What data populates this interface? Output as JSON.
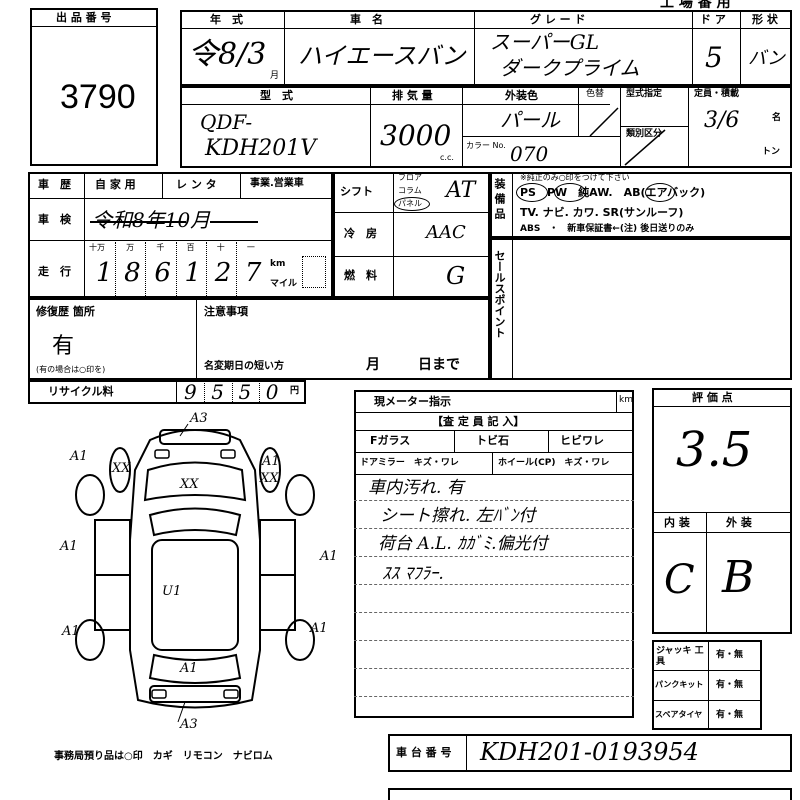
{
  "lot": {
    "label": "出 品 番 号",
    "number": "3790"
  },
  "header_corner": "工 場 番 用",
  "vehicle": {
    "year_label": "年　式",
    "year_value": "令8/3",
    "month_unit": "月",
    "model_label": "車　名",
    "model_value": "ハイエースバン",
    "grade_label": "グ レ ー ド",
    "grade_line1": "スーパーGL",
    "grade_line2": "ダークプライム",
    "doors_label": "ド ア",
    "doors_value": "5",
    "body_label": "形 状",
    "body_value": "バン"
  },
  "spec": {
    "type_label": "型　式",
    "type_line1": "QDF-",
    "type_line2": "KDH201V",
    "disp_label": "排 気 量",
    "disp_value": "3000",
    "disp_unit": "c.c.",
    "color_label": "外装色",
    "color_value": "パール",
    "colorno_label": "色替",
    "color_code_label": "カラー No.",
    "color_code_value": "070",
    "type_desig_label": "型式指定",
    "class_label": "類別区分",
    "capacity_label": "定員・積載",
    "capacity_value": "3/6",
    "capacity_unit": "名",
    "weight_unit": "トン"
  },
  "history": {
    "label": "車　歴",
    "opt_private": "自 家 用",
    "opt_rental": "レ ン タ",
    "opt_business": "事業.営業車",
    "inspection_label": "車　検",
    "inspection_value": "令和8年10月",
    "year_unit": "年",
    "month_unit": "月",
    "mileage_label": "走　行",
    "mileage_places": [
      "十万",
      "万",
      "千",
      "百",
      "十",
      "一"
    ],
    "mileage_digits": [
      "1",
      "8",
      "6",
      "1",
      "2",
      "7"
    ],
    "km_unit": "km",
    "mile_unit": "マイル"
  },
  "shift": {
    "label": "シフト",
    "floor": "フロア",
    "column": "コラム",
    "panel": "パネル",
    "value": "AT",
    "ac_label": "冷　房",
    "ac_value": "AAC",
    "fuel_label": "燃　料",
    "fuel_value": "G"
  },
  "equipment": {
    "label": "装 備 品",
    "note": "※純正のみ○印をつけて下さい",
    "row1": "PS　PW　純AW.　AB(エアバック)",
    "row2": "TV. ナビ. カワ. SR(サンルーフ)",
    "row3": "ABS　・　新車保証書←(注) 後日送りのみ"
  },
  "sales_point": {
    "label": "セールスポイント"
  },
  "repair": {
    "label": "修復歴 箇所",
    "value": "有",
    "note": "(有の場合は○印を)",
    "caution_label": "注意事項",
    "reg_label": "名変期日の短い方",
    "reg_month": "月",
    "reg_day": "日まで"
  },
  "recycle": {
    "label": "リサイクル料",
    "digits": [
      "9",
      "5",
      "5",
      "0"
    ],
    "unit": "円"
  },
  "meter": {
    "label": "現メーター指示",
    "km": "km",
    "inspector_label": "【査 定 員 記 入】",
    "glass": "Fガラス",
    "chip": "トビ石",
    "crack": "ヒビワレ",
    "mirror": "ドアミラー　キズ・ワレ",
    "wheel": "ホイール(CP)　キズ・ワレ",
    "notes": [
      "車内汚れ. 有",
      "シート擦れ. 左ﾊﾞﾝ付",
      "荷台 A.L. ｶｶﾞﾐ.偏光付",
      "ｽｽ ﾏﾌﾗｰ."
    ]
  },
  "grade": {
    "label": "評 価 点",
    "score": "3.5",
    "interior_label": "内 装",
    "exterior_label": "外 装",
    "interior_value": "C",
    "exterior_value": "B"
  },
  "tools": {
    "jack_label": "ジャッキ 工 具",
    "puncture_label": "パンクキット",
    "spare_label": "スペアタイヤ",
    "yes_no": "有・無"
  },
  "diagram": {
    "marks": [
      "A3",
      "A1",
      "XX",
      "XX",
      "A1",
      "XX",
      "A1",
      "A1",
      "A1",
      "U1",
      "A1",
      "A1",
      "A3"
    ],
    "footer": "事務局預り品は○印　カギ　リモコン　ナビロム"
  },
  "chassis": {
    "label": "車 台 番 号",
    "value": "KDH201-0193954"
  }
}
